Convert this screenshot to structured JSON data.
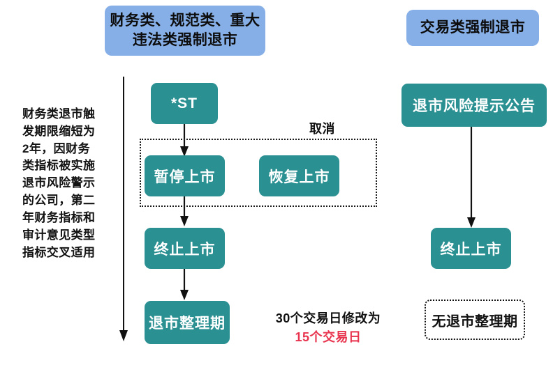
{
  "colors": {
    "header_blue": "#86afe8",
    "node_teal": "#2a9092",
    "text_dark": "#111111",
    "accent_red": "#e8344e",
    "canvas": "#ffffff"
  },
  "headers": {
    "left": "财务类、规范类、重大违法类强制退市",
    "left_line1": "财务类、规范类、重大",
    "left_line2": "违法类强制退市",
    "right": "交易类强制退市"
  },
  "side_note": {
    "text": "财务类退市触发期限缩短为2年，因财务类指标被实施退市风险警示的公司，第二年财务指标和审计意见类型指标交叉适用",
    "lines": [
      "财务类退市触",
      "发期限缩短为",
      "2年，因财务",
      "类指标被实施",
      "退市风险警示",
      "的公司，第二",
      "年财务指标和",
      "审计意见类型",
      "指标交叉适用"
    ]
  },
  "left_flow": {
    "nodes": [
      {
        "id": "st",
        "label": "*ST",
        "style": "teal"
      },
      {
        "id": "suspend",
        "label": "暂停上市",
        "style": "teal"
      },
      {
        "id": "resume",
        "label": "恢复上市",
        "style": "teal"
      },
      {
        "id": "terminate",
        "label": "终止上市",
        "style": "teal"
      },
      {
        "id": "delisting-period",
        "label": "退市整理期",
        "style": "teal"
      }
    ],
    "cancel_label": "取消"
  },
  "right_flow": {
    "nodes": [
      {
        "id": "risk-notice",
        "label": "退市风险提示公告",
        "style": "teal"
      },
      {
        "id": "terminate",
        "label": "终止上市",
        "style": "teal"
      },
      {
        "id": "no-delisting-period",
        "label": "无退市整理期",
        "style": "dotted"
      }
    ]
  },
  "bottom_note": {
    "line1": "30个交易日修改为",
    "line2": "15个交易日"
  }
}
